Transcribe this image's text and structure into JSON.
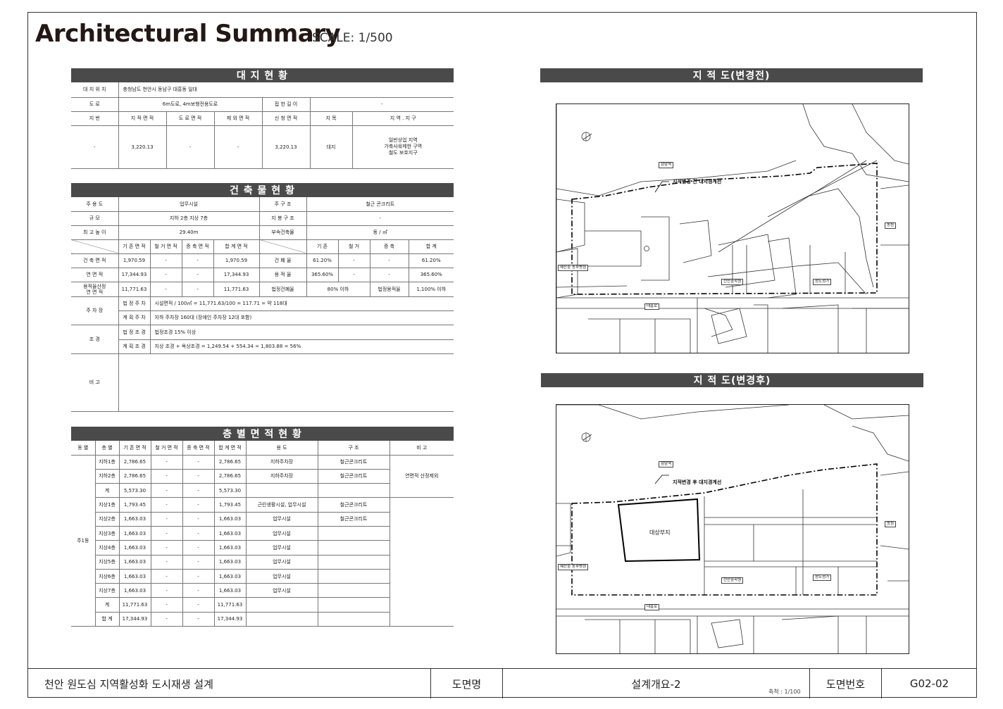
{
  "header": {
    "title": "Architectural Summary",
    "scale": "SCALE: 1/500"
  },
  "site": {
    "title": "대 지 현 황",
    "location_label": "대 지 위 치",
    "location_value": "충청남도 천안시 동남구 대흥동 일대",
    "road_label": "도 로",
    "road_value": "6m도로, 4m보행전용도로",
    "adjacent_label": "접 한 길 이",
    "adjacent_value": "-",
    "lot_label": "지 번",
    "h_cadastral": "지 적 면 적",
    "h_road_area": "도 로 면 적",
    "h_excluded": "제 외 면 적",
    "h_application": "신 청 면 적",
    "h_category": "지 목",
    "h_zone": "지 역 . 지 구",
    "v_lot": "-",
    "v_cadastral": "3,220.13",
    "v_road_area": "-",
    "v_excluded": "-",
    "v_application": "3,220.13",
    "v_category": "대지",
    "zone_lines": [
      "일반상업 지역",
      "가축사육제한 구역",
      "철도 보호지구"
    ]
  },
  "building": {
    "title": "건 축 물 현 황",
    "use_label": "주 용 도",
    "use_value": "업무시설",
    "structure_label": "주 구 조",
    "structure_value": "철근 콘크리트",
    "scale_label": "규 모",
    "scale_value": "지하 2층 지상 7층",
    "roof_label": "지 붕 구 조",
    "roof_value": "-",
    "height_label": "최 고 높 이",
    "height_value": "29.40m",
    "annex_label": "부속건축물",
    "annex_value": "동 / ㎡",
    "h_exist_area": "기 존 면 적",
    "h_demolish_area": "철 거 면 적",
    "h_extend_area": "증 축 면 적",
    "h_total_area": "합 계 면 적",
    "h_exist": "기 존",
    "h_demolish": "철 거",
    "h_extend": "증 축",
    "h_total": "합 계",
    "rows": [
      {
        "label": "건 축 면 적",
        "exist": "1,970.59",
        "demolish": "-",
        "extend": "-",
        "total": "1,970.59",
        "rlabel": "건 폐 율",
        "r_exist": "61.20%",
        "r_demolish": "-",
        "r_extend": "-",
        "r_total": "61.20%"
      },
      {
        "label": "연 면 적",
        "exist": "17,344.93",
        "demolish": "-",
        "extend": "-",
        "total": "17,344.93",
        "rlabel": "용 적 율",
        "r_exist": "365.60%",
        "r_demolish": "-",
        "r_extend": "-",
        "r_total": "365.60%"
      }
    ],
    "far_label_1": "용적율산정",
    "far_label_2": "연 면 적",
    "far_exist": "11,771.63",
    "far_demolish": "-",
    "far_extend": "-",
    "far_total": "11,771.63",
    "legal_bcr_label": "법정건폐율",
    "legal_bcr_value": "80% 이하",
    "legal_far_label": "법정용적율",
    "legal_far_value": "1,100% 이하",
    "parking_label": "주 차 장",
    "parking_legal_label": "법 정 주 차",
    "parking_legal_value": "시설면적 / 100㎡ = 11,771.63/100 = 117.71 = 약 118대",
    "parking_plan_label": "계 획 주 차",
    "parking_plan_value": "지하 주차장 160대 (장애인 주차장 12대 포함)",
    "landscape_label": "조 경",
    "landscape_legal_label": "법 정 조 경",
    "landscape_legal_value": "법정조경 15% 이상",
    "landscape_plan_label": "계 획 조 경",
    "landscape_plan_value": "지상 조경 + 옥상조경 = 1,249.54 + 554.34 = 1,803.88 = 56%",
    "remarks_label": "비 고"
  },
  "floors": {
    "title": "층 별 면 적 현 황",
    "headers": [
      "동 별",
      "층 별",
      "기 존 면 적",
      "철 거 면 적",
      "증 축 면 적",
      "합 계 면 적",
      "용 도",
      "구 조",
      "비 고"
    ],
    "building_name": "주1동",
    "basement_note": "연면적 산정제외",
    "rows": [
      {
        "floor": "지하1층",
        "exist": "2,786.65",
        "demolish": "-",
        "extend": "-",
        "total": "2,786.65",
        "use": "지하주차장",
        "structure": "철근콘크리트"
      },
      {
        "floor": "지하2층",
        "exist": "2,786.65",
        "demolish": "-",
        "extend": "-",
        "total": "2,786.65",
        "use": "지하주차장",
        "structure": "철근콘크리트"
      },
      {
        "floor": "계",
        "exist": "5,573.30",
        "demolish": "-",
        "extend": "-",
        "total": "5,573.30",
        "use": "",
        "structure": ""
      },
      {
        "floor": "지상1층",
        "exist": "1,793.45",
        "demolish": "-",
        "extend": "-",
        "total": "1,793.45",
        "use": "근린생활시설, 업무시설",
        "structure": "철근콘크리트"
      },
      {
        "floor": "지상2층",
        "exist": "1,663.03",
        "demolish": "-",
        "extend": "-",
        "total": "1,663.03",
        "use": "업무시설",
        "structure": "철근콘크리트"
      },
      {
        "floor": "지상3층",
        "exist": "1,663.03",
        "demolish": "-",
        "extend": "-",
        "total": "1,663.03",
        "use": "업무시설",
        "structure": ""
      },
      {
        "floor": "지상4층",
        "exist": "1,663.03",
        "demolish": "-",
        "extend": "-",
        "total": "1,663.03",
        "use": "업무시설",
        "structure": ""
      },
      {
        "floor": "지상5층",
        "exist": "1,663.03",
        "demolish": "-",
        "extend": "-",
        "total": "1,663.03",
        "use": "업무시설",
        "structure": ""
      },
      {
        "floor": "지상6층",
        "exist": "1,663.03",
        "demolish": "-",
        "extend": "-",
        "total": "1,663.03",
        "use": "업무시설",
        "structure": ""
      },
      {
        "floor": "지상7층",
        "exist": "1,663.03",
        "demolish": "-",
        "extend": "-",
        "total": "1,663.03",
        "use": "업무시설",
        "structure": ""
      },
      {
        "floor": "계",
        "exist": "11,771.63",
        "demolish": "-",
        "extend": "-",
        "total": "11,771.63",
        "use": "",
        "structure": ""
      },
      {
        "floor": "합 계",
        "exist": "17,344.93",
        "demolish": "-",
        "extend": "-",
        "total": "17,344.93",
        "use": "",
        "structure": ""
      }
    ]
  },
  "map_before": {
    "title": "지 적 도(변경전)",
    "boundary_label": "지적변경 전 대지경계선",
    "labels": [
      "점암역",
      "동원",
      "혜산중 동부병원",
      "천안중학원",
      "성도성가",
      "대흥로"
    ]
  },
  "map_after": {
    "title": "지 적 도(변경후)",
    "boundary_label": "지적변경 후 대지경계선",
    "site_label": "대상부지",
    "labels": [
      "점암역",
      "동원",
      "혜산중 동부병원",
      "천안중학원",
      "성도성가",
      "대흥로"
    ]
  },
  "footer": {
    "project": "천안 원도심 지역활성화 도시재생 설계",
    "drawing_name_label": "도면명",
    "drawing_name": "설계개요-2",
    "scale_note": "축척 : 1/100",
    "drawing_no_label": "도면번호",
    "drawing_no": "G02-02"
  }
}
